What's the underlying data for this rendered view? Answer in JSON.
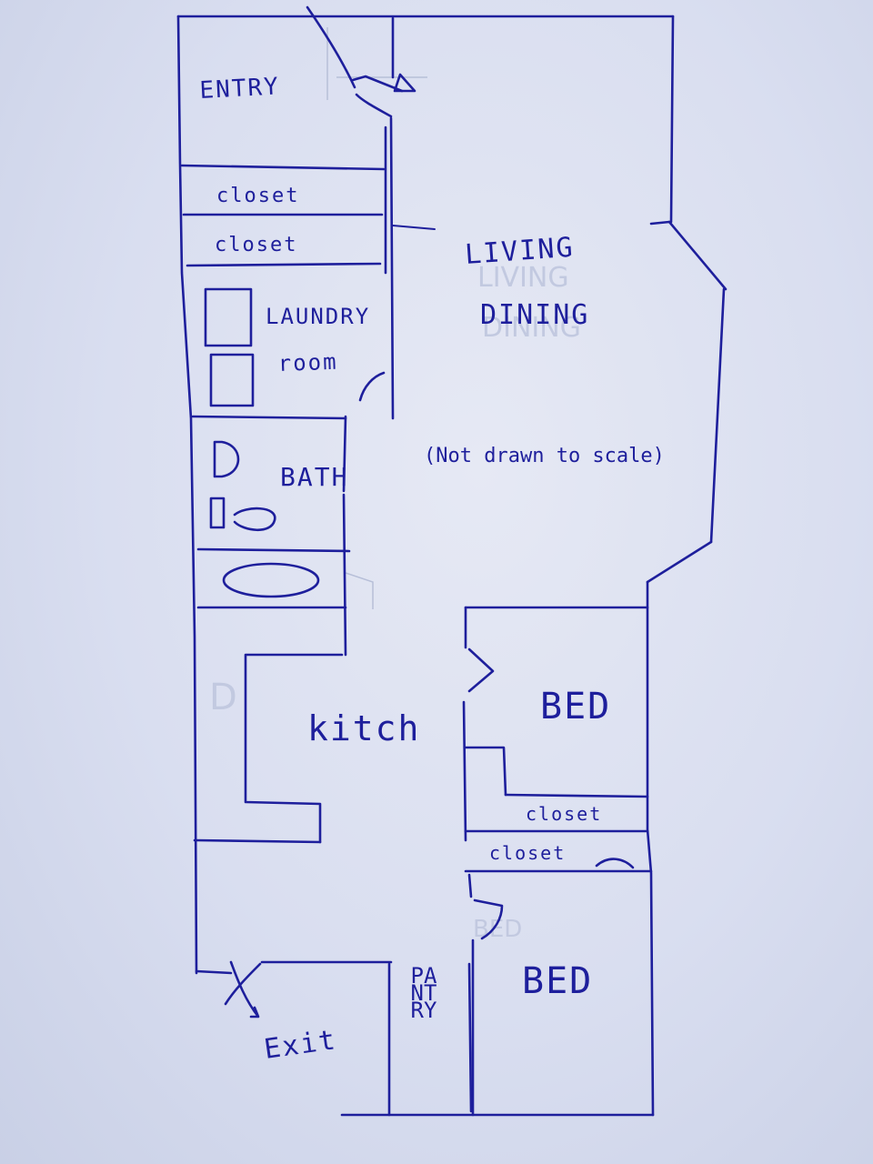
{
  "labels": {
    "entry": "ENTRY",
    "closet_1": "closet",
    "closet_2": "closet",
    "laundry": "LAUNDRY",
    "room": "room",
    "bath": "BATH",
    "living": "LIVING",
    "dining": "DINING",
    "note": "(Not drawn to scale)",
    "kitchen": "kitch",
    "bed_1": "BED",
    "closet_3": "closet",
    "closet_4": "closet",
    "bed_2": "BED",
    "exit": "Exit",
    "pantry": "PANTRY"
  },
  "colors": {
    "ink": "#1e1f9c",
    "paper": "#dde2f1"
  }
}
